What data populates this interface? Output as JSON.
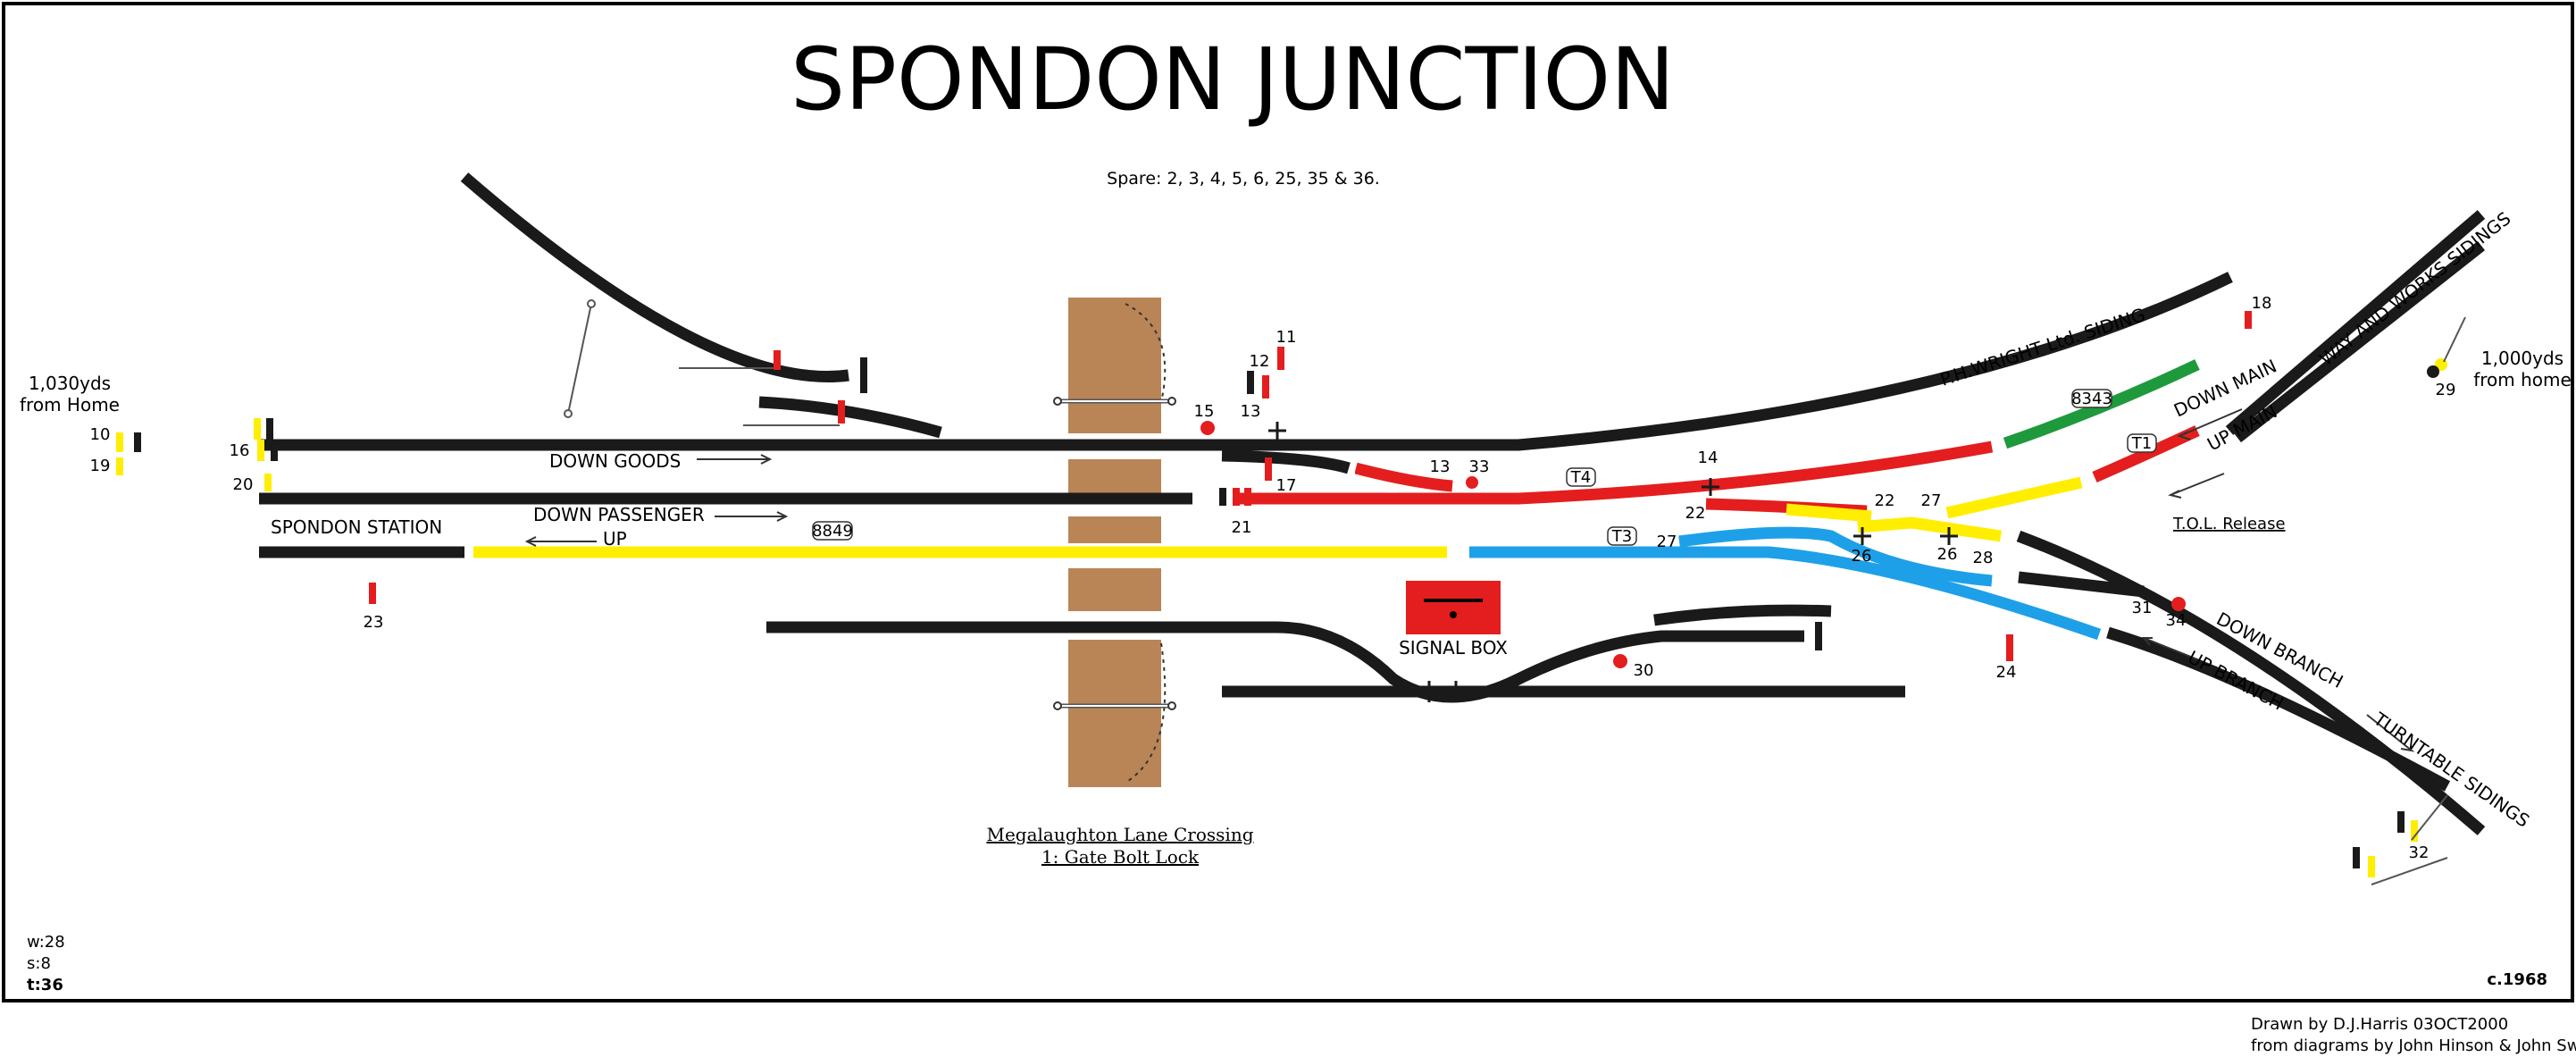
{
  "title": "SPONDON JUNCTION",
  "spare_note": "Spare: 2, 3, 4, 5, 6, 25, 35 & 36.",
  "colors": {
    "track": "#1a1a1a",
    "circuit_red": "#e41e1e",
    "circuit_yellow": "#ffee00",
    "circuit_blue": "#1ea0e8",
    "circuit_green": "#1e9a3c",
    "crossing": "#b98556",
    "signal_box": "#e41e1e"
  },
  "lines": {
    "down_goods": "DOWN GOODS",
    "down_passenger": "DOWN PASSENGER",
    "up": "UP",
    "spondon_station": "SPONDON STATION",
    "down_main": "DOWN MAIN",
    "up_main": "UP MAIN",
    "way_and_works": "WAY AND WORKS SIDINGS",
    "ph_wright": "P.H.WRIGHT Ltd. SIDING",
    "down_branch": "DOWN BRANCH",
    "up_branch": "UP BRANCH",
    "turntable_sidings": "TURNTABLE SIDINGS"
  },
  "track_circuits": {
    "c8849": "8849",
    "c8343": "8343",
    "t1": "T1",
    "t3": "T3",
    "t4": "T4"
  },
  "signal_box": "SIGNAL BOX",
  "crossing": {
    "name": "Megalaughton Lane Crossing",
    "lock": "1: Gate Bolt Lock"
  },
  "distances": {
    "left_1": "1,030yds",
    "left_2": "from Home",
    "right_1": "1,000yds",
    "right_2": "from home"
  },
  "tol_release": "T.O.L. Release",
  "numbers": {
    "n10": "10",
    "n11": "11",
    "n12": "12",
    "n13a": "13",
    "n13b": "13",
    "n14": "14",
    "n15": "15",
    "n16": "16",
    "n17": "17",
    "n18": "18",
    "n19": "19",
    "n20": "20",
    "n21": "21",
    "n22a": "22",
    "n22b": "22",
    "n23": "23",
    "n24": "24",
    "n26a": "26",
    "n26b": "26",
    "n27a": "27",
    "n27b": "27",
    "n28": "28",
    "n29": "29",
    "n30": "30",
    "n31": "31",
    "n32": "32",
    "n33": "33",
    "n34": "34"
  },
  "stats": {
    "w": "w:28",
    "s": "s:8",
    "t": "t:36"
  },
  "date": "c.1968",
  "credits": {
    "drawn": "Drawn by D.J.Harris 03OCT2000",
    "from": "from diagrams by John Hinson & John Swift"
  }
}
